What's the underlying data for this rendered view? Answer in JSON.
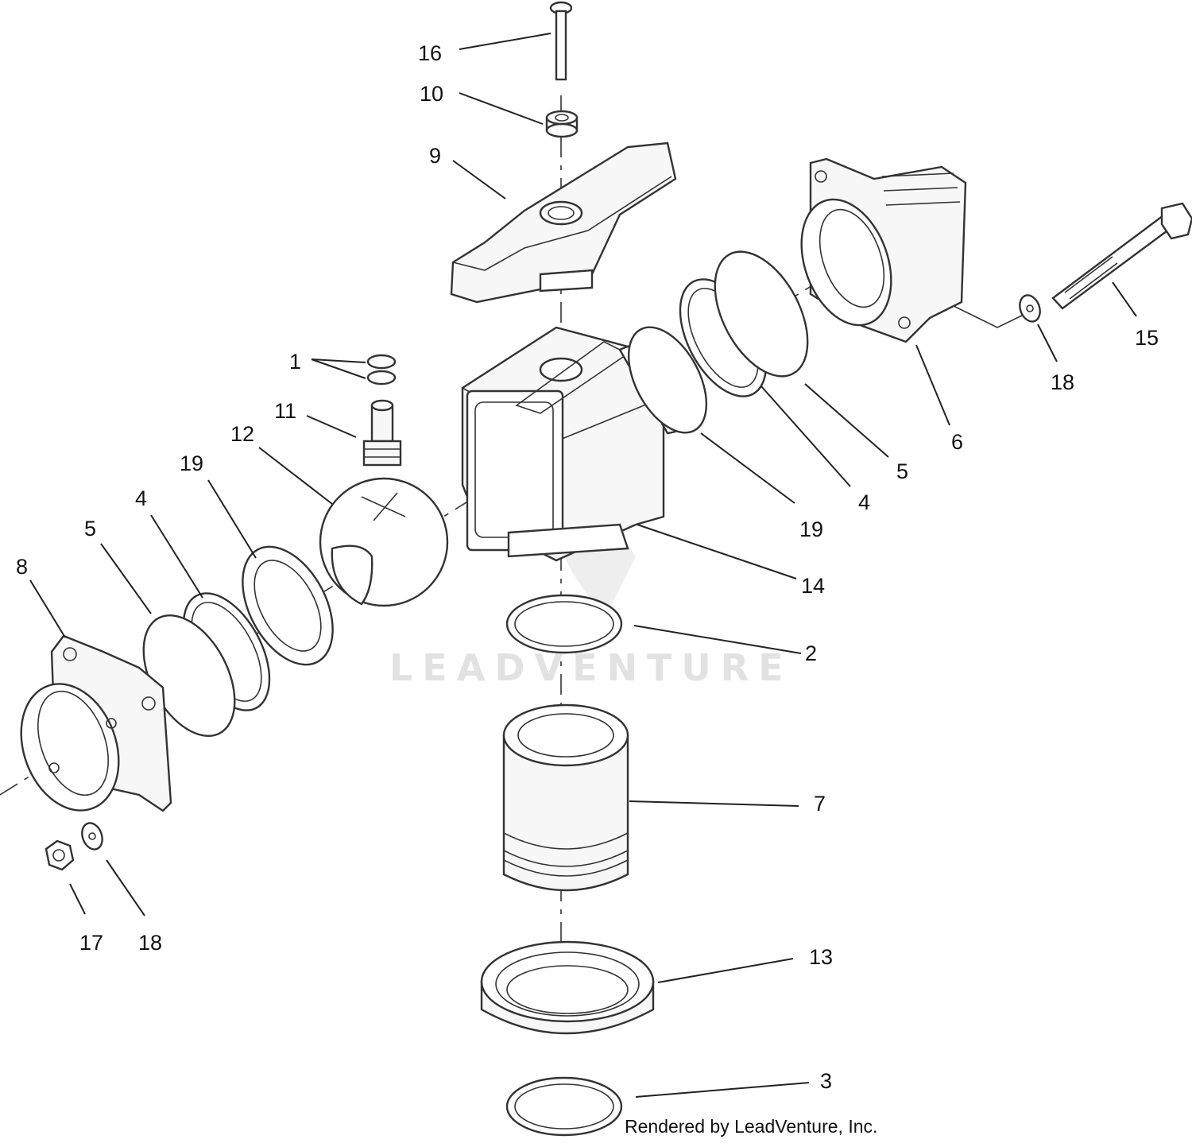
{
  "diagram": {
    "watermark": "LEADVENTURE",
    "credit": "Rendered by LeadVenture, Inc.",
    "callouts": {
      "c1": "1",
      "c11": "11",
      "c12": "12",
      "c19a": "19",
      "c4a": "4",
      "c5a": "5",
      "c8": "8",
      "c16": "16",
      "c10": "10",
      "c9": "9",
      "c6": "6",
      "c15": "15",
      "c18a": "18",
      "c5b": "5",
      "c4b": "4",
      "c19b": "19",
      "c14": "14",
      "c2": "2",
      "c7": "7",
      "c13": "13",
      "c3": "3",
      "c17": "17",
      "c18b": "18"
    }
  }
}
